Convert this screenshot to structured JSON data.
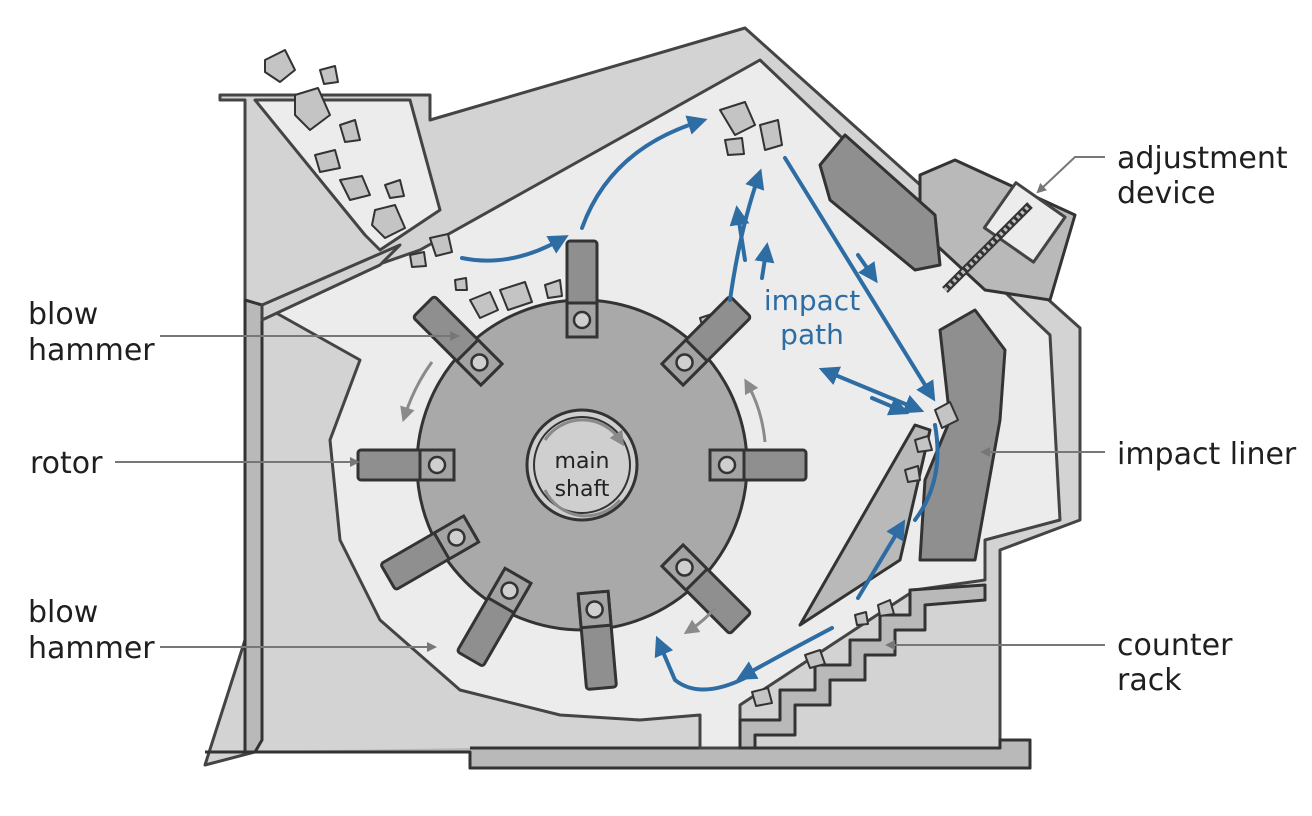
{
  "labels": {
    "blow_hammer_top": [
      "blow",
      "hammer"
    ],
    "rotor": "rotor",
    "blow_hammer_bottom": [
      "blow",
      "hammer"
    ],
    "adjustment_device": [
      "adjustment",
      "device"
    ],
    "impact_liner": "impact liner",
    "counter_rack": [
      "counter",
      "rack"
    ],
    "impact_path": [
      "impact",
      "path"
    ],
    "main_shaft": [
      "main",
      "shaft"
    ]
  },
  "colors": {
    "flow": "#2e6da4",
    "body": "#d3d3d3",
    "chamber": "#ececec",
    "hammer": "#8f8f8f"
  },
  "hammers": {
    "count": 9
  }
}
